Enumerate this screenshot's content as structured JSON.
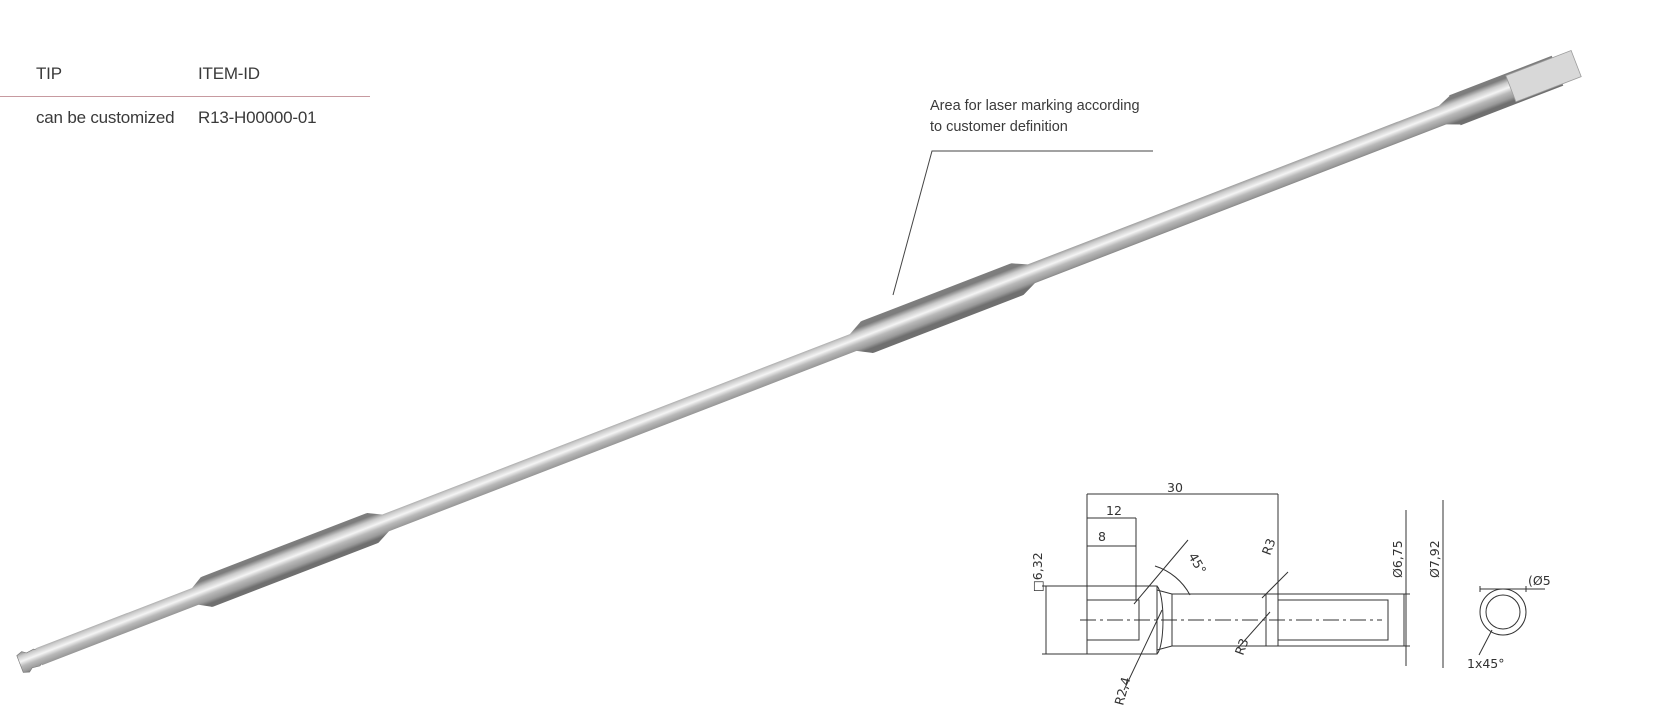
{
  "table": {
    "headers": [
      "TIP",
      "ITEM-ID"
    ],
    "row": [
      "can be customized",
      "R13-H00000-01"
    ]
  },
  "annotation": {
    "line1": "Area for laser marking according",
    "line2": "to customer definition"
  },
  "drawing": {
    "dim_30": "30",
    "dim_12": "12",
    "dim_8": "8",
    "dim_square": "□6,32",
    "dim_angle": "45°",
    "dim_r3_top": "R3",
    "dim_r3_bottom": "R3",
    "dim_r24": "R2,4",
    "dim_dia675": "Ø6,75",
    "dim_dia792": "Ø7,92",
    "dim_dia5": "(Ø5",
    "dim_chamfer": "1x45°"
  },
  "colors": {
    "text": "#3a3a3a",
    "divider": "#c79aa0",
    "metal_light": "#e8e8e8",
    "metal_dark": "#8f8f8f"
  }
}
